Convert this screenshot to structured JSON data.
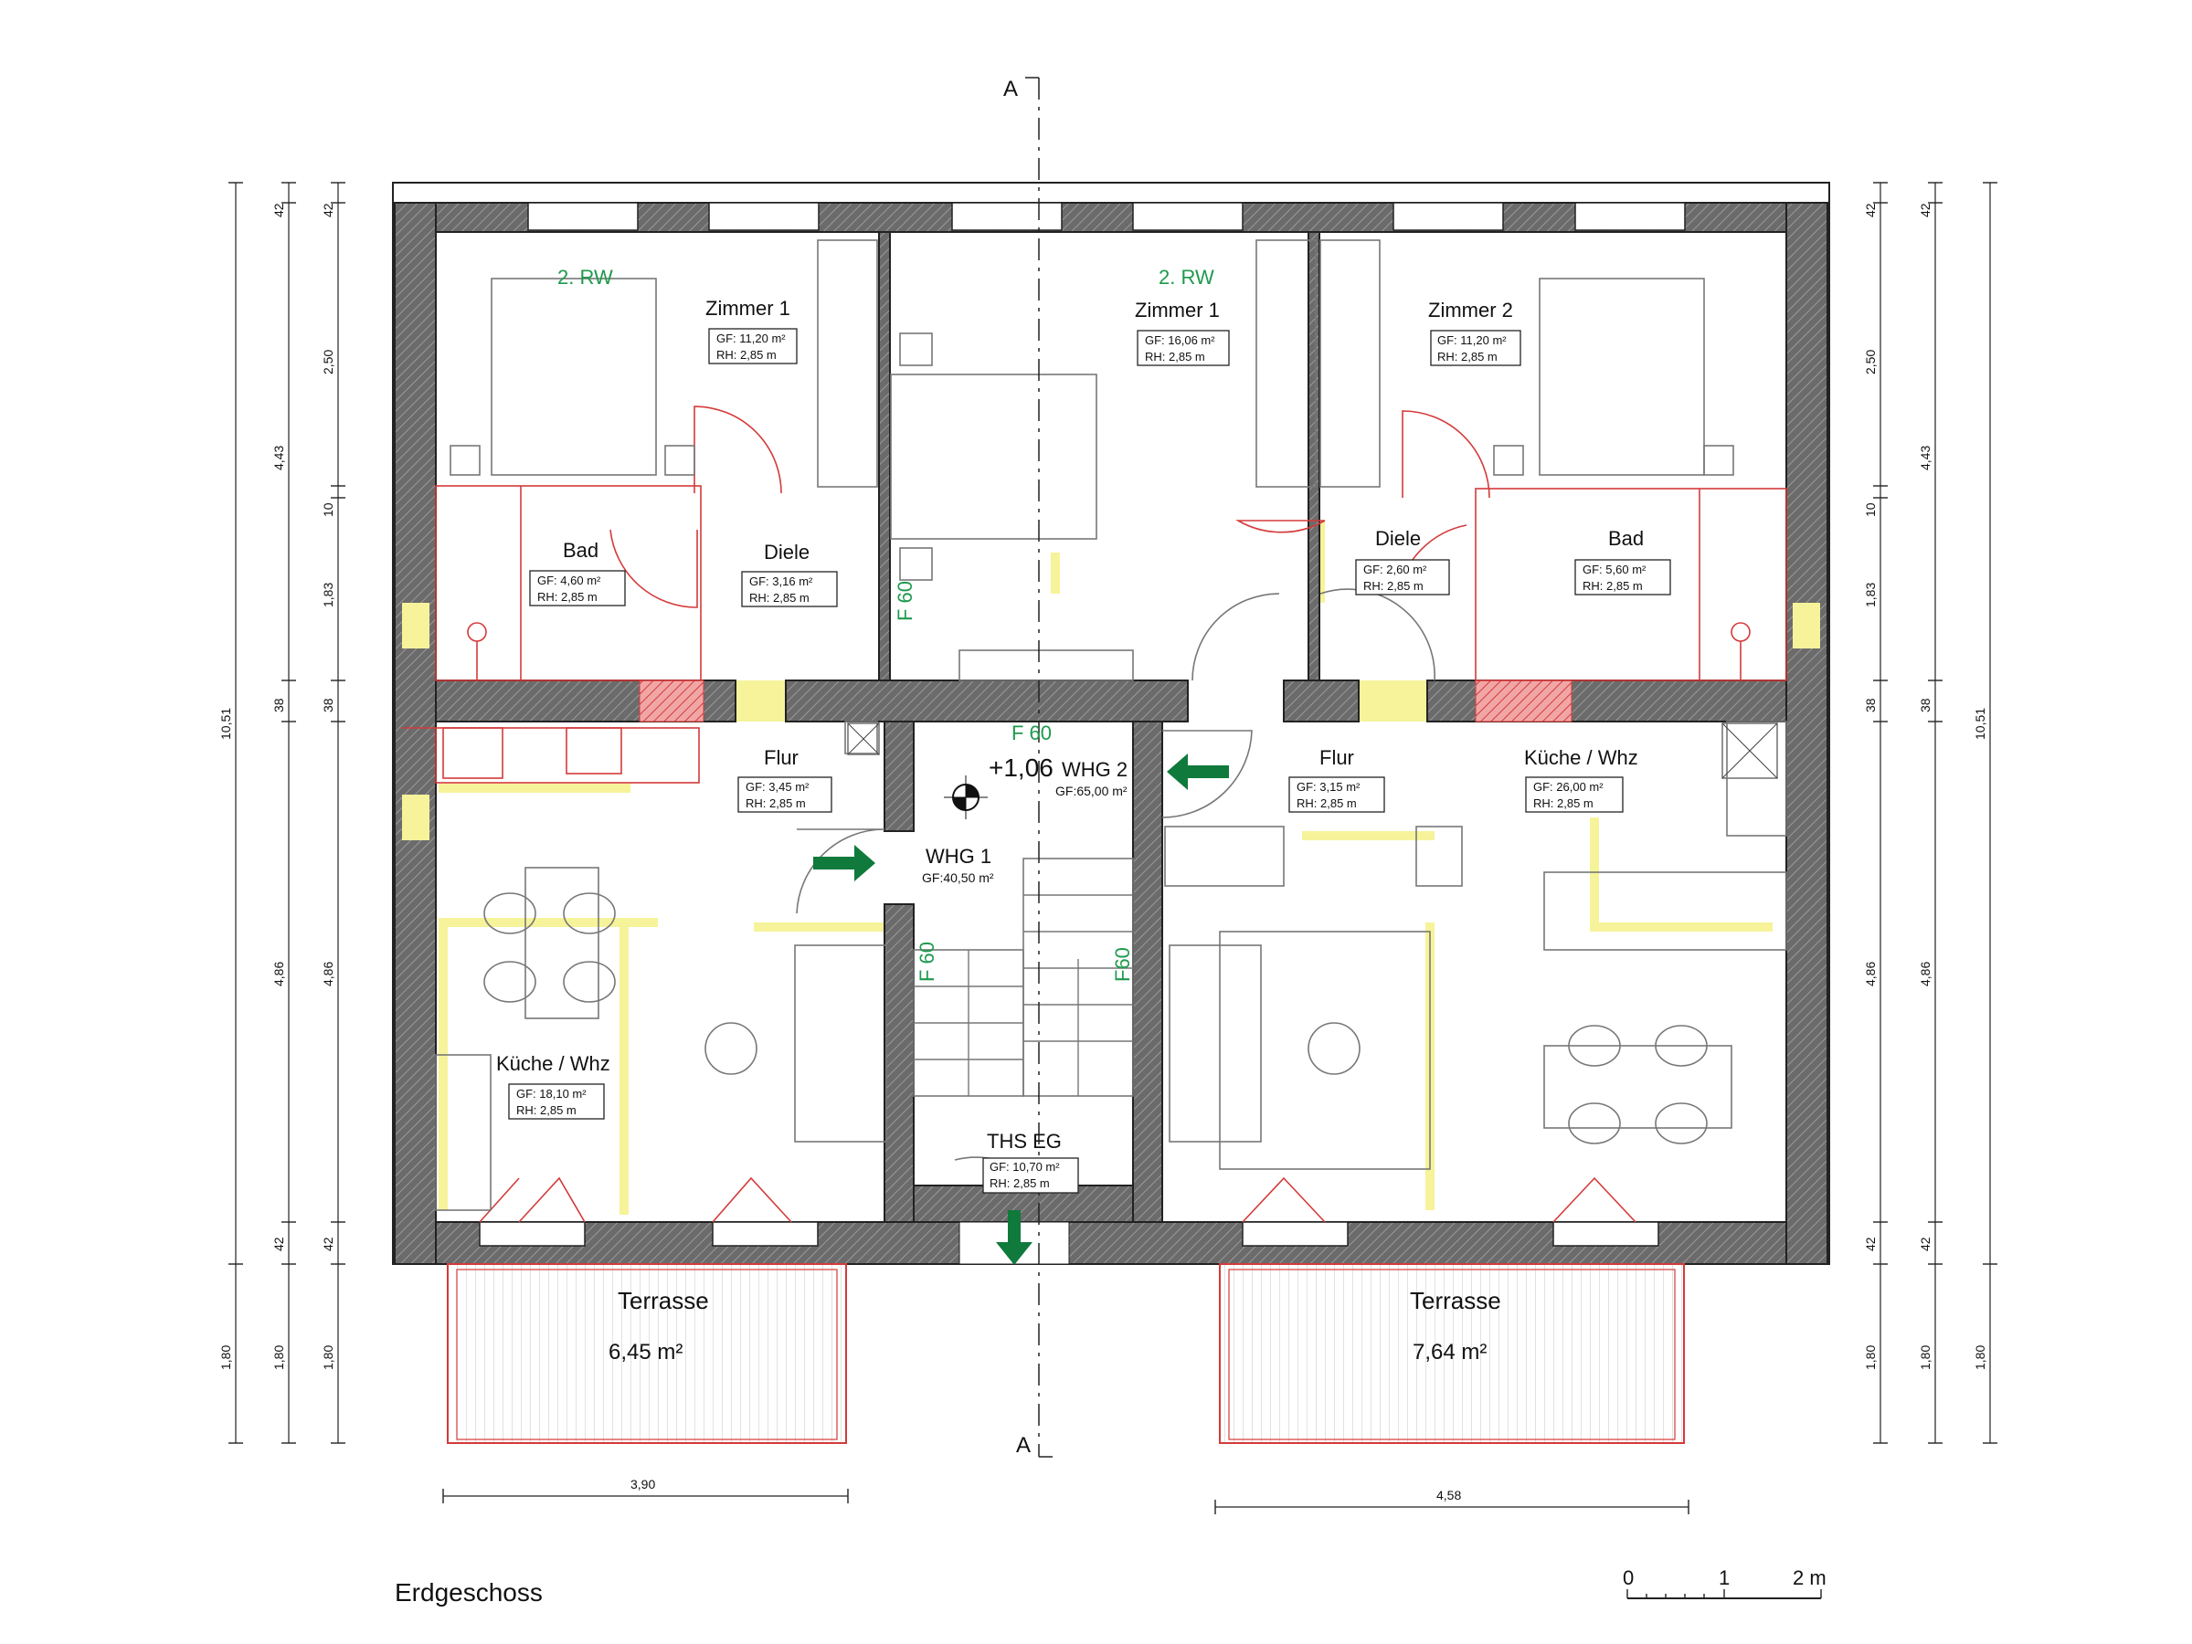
{
  "title": "Erdgeschoss",
  "section": {
    "top": "A",
    "bottom": "A"
  },
  "scale": {
    "labels": [
      "0",
      "1",
      "2 m"
    ]
  },
  "colors": {
    "wall": "#555555",
    "fixture_red": "#d43a3a",
    "fire_green": "#1e9a4e",
    "arrow_green": "#0f7a3c",
    "highlight_yellow": "#f6f39a"
  },
  "rooms": [
    {
      "name": "Zimmer 1",
      "gf": "GF: 11,20 m²",
      "rh": "RH: 2,85 m"
    },
    {
      "name": "Zimmer 1",
      "gf": "GF: 16,06 m²",
      "rh": "RH: 2,85 m"
    },
    {
      "name": "Zimmer 2",
      "gf": "GF: 11,20 m²",
      "rh": "RH: 2,85 m"
    },
    {
      "name": "Bad",
      "gf": "GF: 4,60 m²",
      "rh": "RH: 2,85 m"
    },
    {
      "name": "Diele",
      "gf": "GF: 3,16 m²",
      "rh": "RH: 2,85 m"
    },
    {
      "name": "Diele",
      "gf": "GF: 2,60 m²",
      "rh": "RH: 2,85 m"
    },
    {
      "name": "Bad",
      "gf": "GF: 5,60 m²",
      "rh": "RH: 2,85 m"
    },
    {
      "name": "Flur",
      "gf": "GF: 3,45 m²",
      "rh": "RH: 2,85 m"
    },
    {
      "name": "Flur",
      "gf": "GF: 3,15 m²",
      "rh": "RH: 2,85 m"
    },
    {
      "name": "Küche / Whz",
      "gf": "GF: 26,00 m²",
      "rh": "RH: 2,85 m"
    },
    {
      "name": "Küche / Whz",
      "gf": "GF: 18,10 m²",
      "rh": "RH: 2,85 m"
    },
    {
      "name": "THS EG",
      "gf": "GF: 10,70 m²",
      "rh": "RH: 2,85 m"
    }
  ],
  "units": {
    "whg1": {
      "name": "WHG 1",
      "gf": "GF:40,50 m²"
    },
    "whg2": {
      "name": "WHG 2",
      "gf": "GF:65,00 m²"
    },
    "level": "+1,06"
  },
  "fire_labels": {
    "rw1": "2. RW",
    "rw2": "2. RW",
    "f60_top": "F 60",
    "f60_left": "F 60",
    "f60_stair_left": "F 60",
    "f60_stair_right": "F60"
  },
  "terraces": [
    {
      "name": "Terrasse",
      "area": "6,45 m²"
    },
    {
      "name": "Terrasse",
      "area": "7,64 m²"
    }
  ],
  "dimensions": {
    "left_outer": {
      "total": "10,51",
      "bottom": "1,80"
    },
    "left_mid": [
      "42",
      "4,43",
      "38",
      "4,86",
      "42",
      "1,80"
    ],
    "left_inner": [
      "42",
      "2,50",
      "10",
      "1,83",
      "38",
      "4,86",
      "42",
      "1,80"
    ],
    "right_inner": [
      "42",
      "2,50",
      "10",
      "1,83",
      "38",
      "4,86",
      "42",
      "1,80"
    ],
    "right_mid": [
      "42",
      "4,43",
      "38",
      "4,86",
      "42",
      "1,80"
    ],
    "right_outer": {
      "total": "10,51",
      "bottom": "1,80"
    },
    "terrace_left_width": "3,90",
    "terrace_right_width": "4,58"
  }
}
